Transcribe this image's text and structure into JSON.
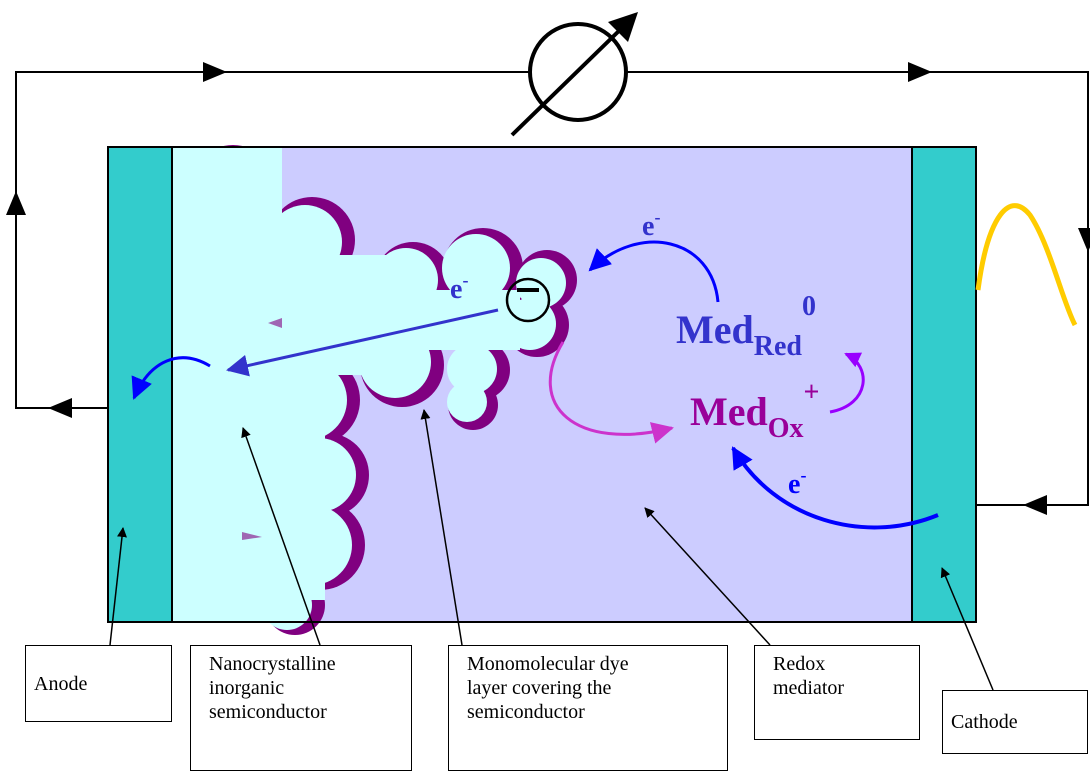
{
  "labels": {
    "anode": "Anode",
    "nanocrystalline": [
      "Nanocrystalline",
      "inorganic",
      "semiconductor"
    ],
    "dye_layer": [
      "Monomolecular dye",
      "layer covering the",
      "semiconductor"
    ],
    "redox": [
      "Redox",
      "mediator"
    ],
    "cathode": "Cathode"
  },
  "annotations": {
    "electron": "e",
    "electron_sup": "-",
    "minus_sign": "−",
    "med_red_main": "Med",
    "med_red_sub": "Red",
    "med_red_sup": "0",
    "med_ox_main": "Med",
    "med_ox_sub": "Ox",
    "med_ox_sup": "+"
  },
  "colors": {
    "electrode": "#33cccc",
    "electrolyte": "#ccccff",
    "semiconductor": "#ccffff",
    "dye": "#800080",
    "electron_arrow": "#0000ff",
    "med_red_text": "#3333cc",
    "med_ox_text": "#990099",
    "ox_arrow": "#cc33cc",
    "red_cycle_arrow": "#9900ff",
    "light_wave": "#ffcc00"
  }
}
